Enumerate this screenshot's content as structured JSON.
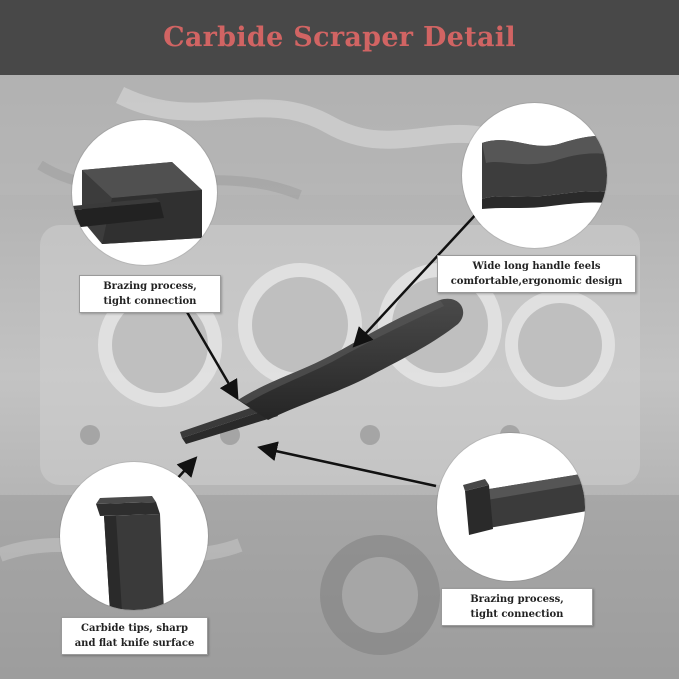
{
  "title": "Carbide Scraper Detail",
  "callouts": {
    "top_left": {
      "line1": "Brazing process,",
      "line2": "tight connection"
    },
    "top_right": {
      "line1": "Wide long handle feels",
      "line2": "comfortable,ergonomic design"
    },
    "bottom_left": {
      "line1": "Carbide tips, sharp",
      "line2": "and flat knife surface"
    },
    "bottom_right": {
      "line1": "Brazing process,",
      "line2": "tight connection"
    }
  },
  "colors": {
    "title": "#d16463",
    "header": "#484848",
    "tool": "#3a3a3a"
  }
}
